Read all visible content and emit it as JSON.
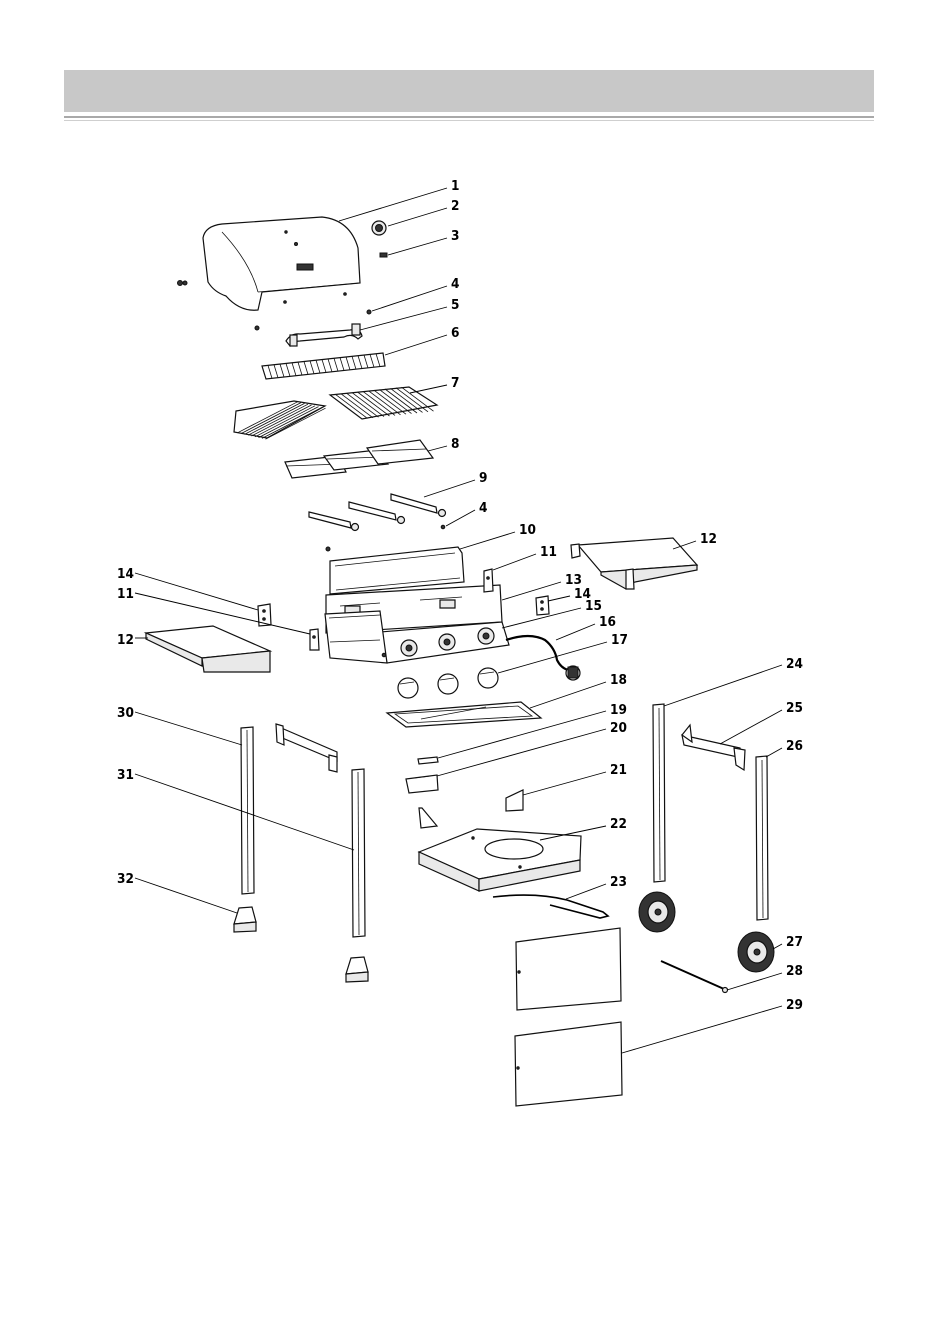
{
  "header": {
    "title": ""
  },
  "callouts": [
    {
      "id": "c1",
      "label": "1"
    },
    {
      "id": "c2",
      "label": "2"
    },
    {
      "id": "c3",
      "label": "3"
    },
    {
      "id": "c4a",
      "label": "4"
    },
    {
      "id": "c5",
      "label": "5"
    },
    {
      "id": "c6",
      "label": "6"
    },
    {
      "id": "c7",
      "label": "7"
    },
    {
      "id": "c8",
      "label": "8"
    },
    {
      "id": "c9",
      "label": "9"
    },
    {
      "id": "c4b",
      "label": "4"
    },
    {
      "id": "c10",
      "label": "10"
    },
    {
      "id": "c11a",
      "label": "11"
    },
    {
      "id": "c12a",
      "label": "12"
    },
    {
      "id": "c13",
      "label": "13"
    },
    {
      "id": "c14a",
      "label": "14"
    },
    {
      "id": "c15",
      "label": "15"
    },
    {
      "id": "c16",
      "label": "16"
    },
    {
      "id": "c17",
      "label": "17"
    },
    {
      "id": "c14b",
      "label": "14"
    },
    {
      "id": "c11b",
      "label": "11"
    },
    {
      "id": "c12b",
      "label": "12"
    },
    {
      "id": "c18",
      "label": "18"
    },
    {
      "id": "c19",
      "label": "19"
    },
    {
      "id": "c20",
      "label": "20"
    },
    {
      "id": "c21",
      "label": "21"
    },
    {
      "id": "c22",
      "label": "22"
    },
    {
      "id": "c23",
      "label": "23"
    },
    {
      "id": "c24",
      "label": "24"
    },
    {
      "id": "c25",
      "label": "25"
    },
    {
      "id": "c26",
      "label": "26"
    },
    {
      "id": "c27",
      "label": "27"
    },
    {
      "id": "c28",
      "label": "28"
    },
    {
      "id": "c29",
      "label": "29"
    },
    {
      "id": "c30",
      "label": "30"
    },
    {
      "id": "c31",
      "label": "31"
    },
    {
      "id": "c32",
      "label": "32"
    }
  ]
}
